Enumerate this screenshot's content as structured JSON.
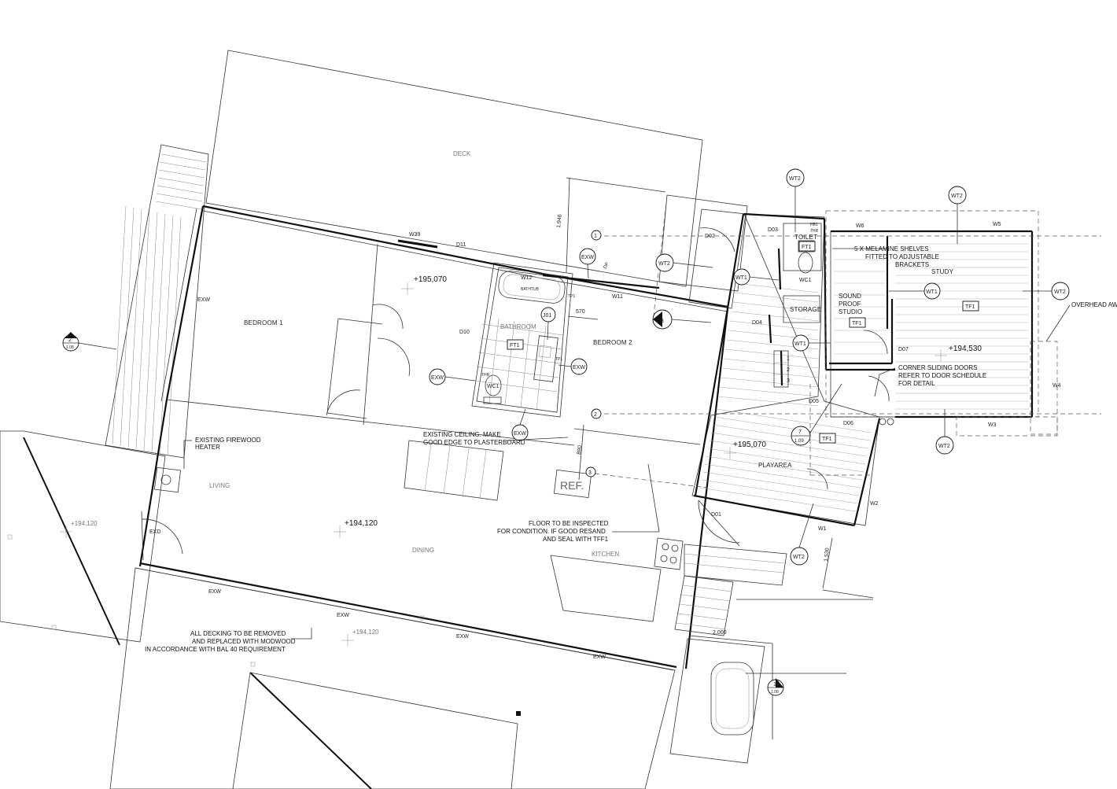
{
  "rooms": {
    "deck": "DECK",
    "bedroom1": "BEDROOM 1",
    "bedroom2": "BEDROOM 2",
    "bathroom": "BATHROOM",
    "living": "LIVING",
    "dining": "DINING",
    "kitchen": "KITCHEN",
    "playarea": "PLAYAREA",
    "toilet": "TOILET",
    "storage": "STORAGE",
    "studio": "SOUND PROOF STUDIO",
    "study": "STUDY"
  },
  "levels": {
    "bedroom": "+195,070",
    "dining": "+194,120",
    "playarea": "+195,070",
    "study": "+194,530",
    "deck_left": "+194,120",
    "deck_front": "+194,120"
  },
  "tags": {
    "wt2_toilet": "WT2",
    "wt2_study": "WT2",
    "wt2_left": "WT2",
    "wt2_right": "WT2",
    "wt2_bottom": "WT2",
    "wt2_study_bottom": "WT2",
    "wt1_a": "WT1",
    "wt1_b": "WT1",
    "wt1_c": "WT1",
    "exw_top": "EXW",
    "exw_left": "EXW",
    "exw_right": "EXW",
    "exw_bottom": "EXW",
    "j01": "J01",
    "ft1_bath": "FT1",
    "ft1_toilet": "FT1",
    "tf1_study": "TF1",
    "tf1_studio": "TF1",
    "tf1_play": "TF1",
    "wc1_bath": "WC1",
    "wc1_toilet": "WC1",
    "ref": "REF."
  },
  "openings": {
    "w39": "W39",
    "d11": "D11",
    "w12": "W12",
    "w11": "W11",
    "d10": "D10",
    "d02": "D02",
    "d03": "D03",
    "d04": "D04",
    "d05": "D05",
    "d06": "D06",
    "d07": "D07",
    "d01": "D01",
    "w1": "W1",
    "w2": "W2",
    "w3": "W3",
    "w4": "W4",
    "w5": "W5",
    "w6": "W6",
    "exd": "EXD",
    "exw_wall_left": "EXW",
    "exw_wall_1": "EXW",
    "exw_wall_2": "EXW",
    "exw_wall_3": "EXW",
    "exw_wall_4": "EXW",
    "bathtub": "BATHTUB",
    "thr_top": "THR",
    "thr_bath": "THR",
    "tp1_a": "TP1",
    "tp1_b": "TP1",
    "hb1": "HB1",
    "dp": "DP"
  },
  "dimensions": {
    "d1946": "1,946",
    "d570": "570",
    "d890": "890",
    "d1530": "1,530",
    "d2000": "2,000"
  },
  "grid": {
    "g1": "1",
    "g2": "2",
    "g3": "3"
  },
  "sections": {
    "s2_num": "2",
    "s2_ref": "1.08",
    "s3_num": "3",
    "s7_num": "7",
    "s7_ref": "1.09",
    "s1_num": "1",
    "s1_ref": "1.08"
  },
  "stairs": {
    "s1": "1",
    "s2": "2",
    "s3": "3"
  },
  "notes": {
    "firewood": [
      "EXISTING FIREWOOD",
      "HEATER"
    ],
    "ceiling": [
      "EXISTING CEILING.  MAKE",
      "GOOD EDGE TO PLASTERBOARD"
    ],
    "floor": [
      "FLOOR TO BE INSPECTED",
      "FOR  CONDITION. IF GOOD RESAND",
      "AND SEAL WITH TFF1"
    ],
    "decking": [
      "ALL DECKING TO BE REMOVED",
      "AND REPLACED WITH MODWOOD",
      "IN ACCORDANCE WITH BAL 40 REQUIREMENT"
    ],
    "shelves": [
      "5 X MELAMINE SHELVES",
      "FITTED TO ADJUSTABLE",
      "BRACKETS"
    ],
    "sliding": [
      "CORNER SLIDING DOORS",
      "REFER TO DOOR SCHEDULE",
      "FOR DETAIL"
    ],
    "overhead": "OVERHEAD AW"
  }
}
